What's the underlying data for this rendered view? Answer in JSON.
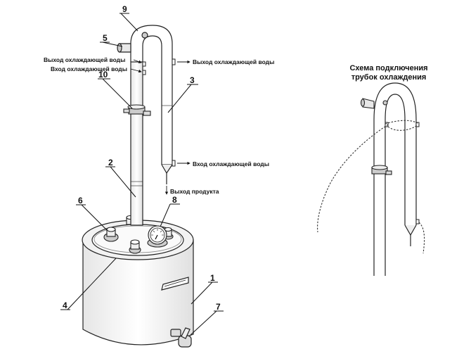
{
  "diagram": {
    "part_numbers": {
      "p1": "1",
      "p2": "2",
      "p3": "3",
      "p4": "4",
      "p5": "5",
      "p6": "6",
      "p7": "7",
      "p8": "8",
      "p9": "9",
      "p10": "10"
    },
    "labels": {
      "coolant_out_left": "Выход охлаждающей воды",
      "coolant_in_left": "Вход охлаждающей воды",
      "coolant_out_right": "Выход охлаждающей воды",
      "coolant_in_right": "Вход охлаждающей воды",
      "product_out": "Выход продукта"
    },
    "inset": {
      "title_line1": "Схема подключения",
      "title_line2": "трубок охлаждения"
    }
  }
}
